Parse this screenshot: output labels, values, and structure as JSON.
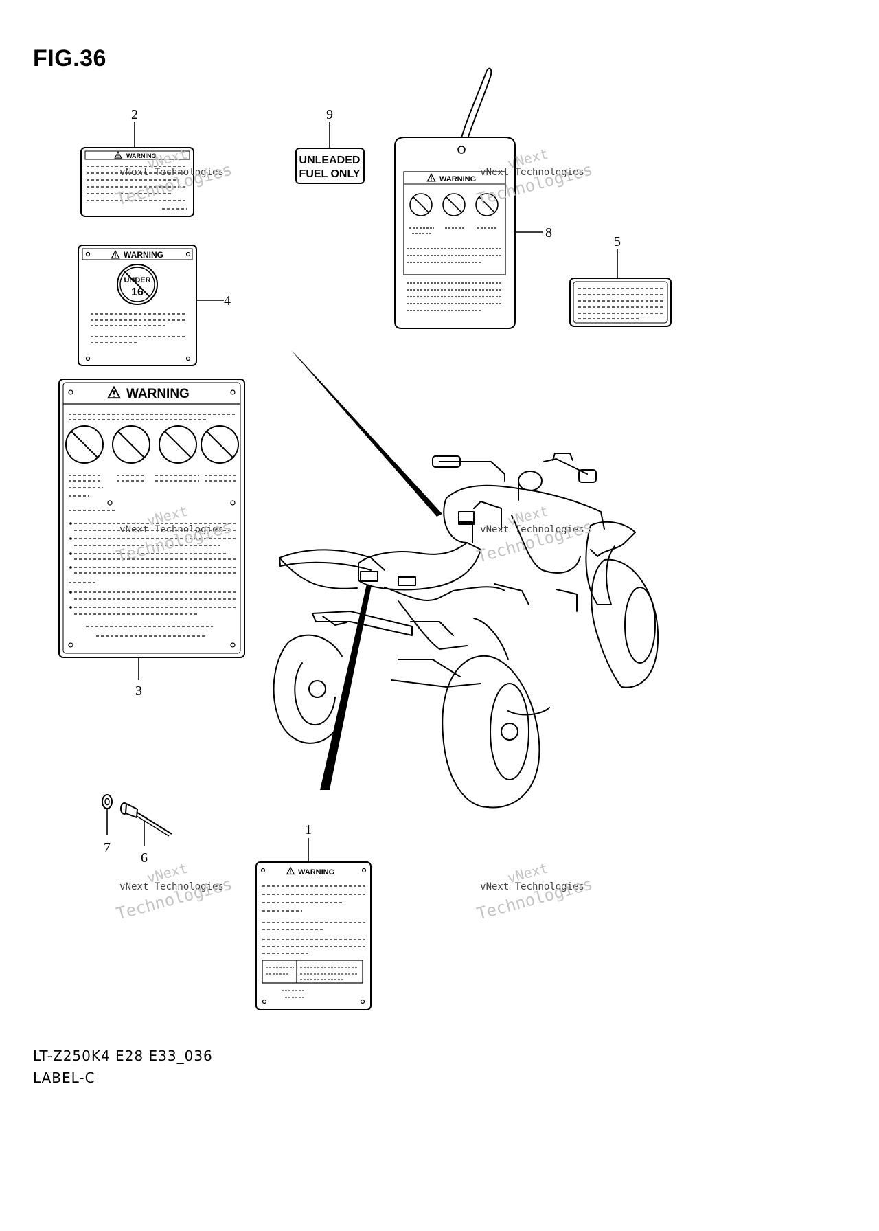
{
  "figure": {
    "title": "FIG.36",
    "model_code": "LT-Z250K4 E28 E33_036",
    "section_name": "LABEL-C"
  },
  "callouts": [
    "1",
    "2",
    "3",
    "4",
    "5",
    "6",
    "7",
    "8",
    "9"
  ],
  "labels": {
    "warning_text": "WARNING",
    "fuel_label_line1": "UNLEADED",
    "fuel_label_line2": "FUEL ONLY",
    "age_badge_text": "UNDER",
    "age_badge_number": "16"
  },
  "watermark": {
    "line1": "vNext",
    "line2": "vNext Technologies",
    "line3": "Technologies"
  },
  "colors": {
    "ink": "#000000",
    "paper": "#ffffff",
    "watermark": "#c8c8c8"
  }
}
